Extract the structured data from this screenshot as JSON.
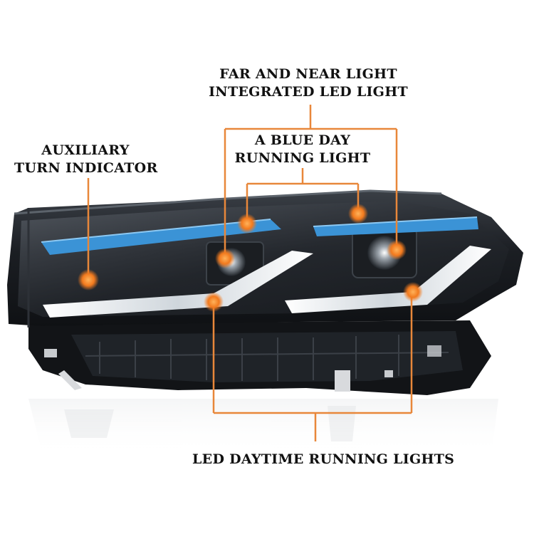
{
  "labels": {
    "far_near": [
      "FAR AND NEAR LIGHT",
      "INTEGRATED LED LIGHT"
    ],
    "blue_day": [
      "A BLUE DAY",
      "RUNNING LIGHT"
    ],
    "auxiliary": [
      "AUXILIARY",
      "TURN INDICATOR"
    ],
    "led_daytime": "LED DAYTIME RUNNING LIGHTS"
  },
  "colors": {
    "callout": "#e8873a",
    "callout_dot": "#f27a1e",
    "blue_strip": "#3b93d6",
    "housing": "#1c1f24",
    "background": "#ffffff",
    "label_text": "#111111"
  }
}
